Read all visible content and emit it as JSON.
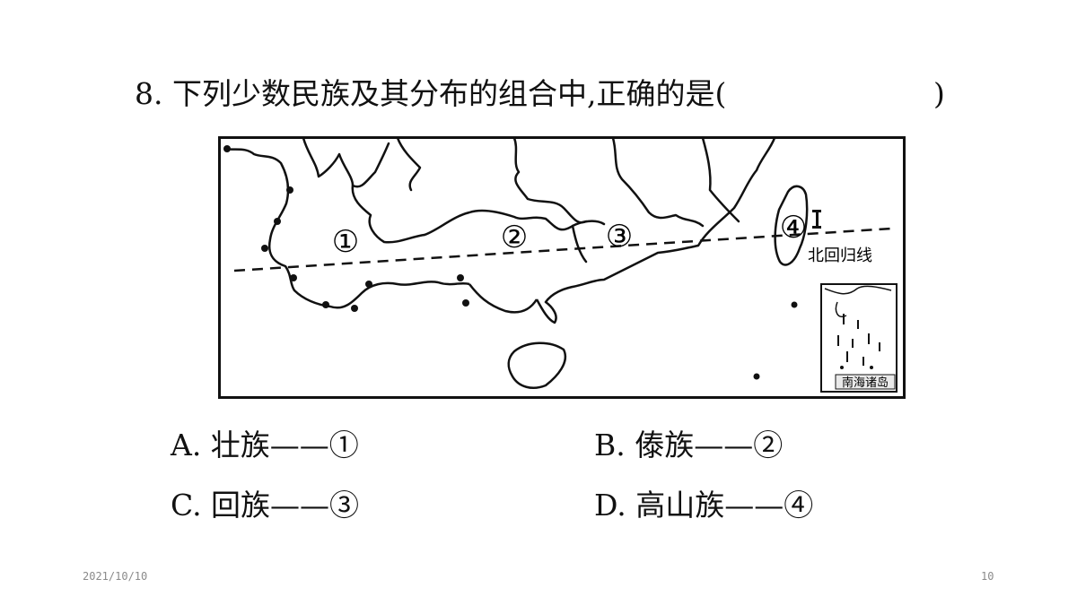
{
  "question": {
    "text": "8. 下列少数民族及其分布的组合中,正确的是(",
    "close_paren": ")"
  },
  "map": {
    "region_labels": [
      "①",
      "②",
      "③",
      "④"
    ],
    "tropic_label": "北回归线",
    "inset_label": "南海诸岛"
  },
  "options": {
    "a": "A. 壮族——①",
    "b": "B. 傣族——②",
    "c": "C. 回族——③",
    "d": "D. 高山族——④"
  },
  "footer": {
    "date": "2021/10/10",
    "page": "10"
  }
}
